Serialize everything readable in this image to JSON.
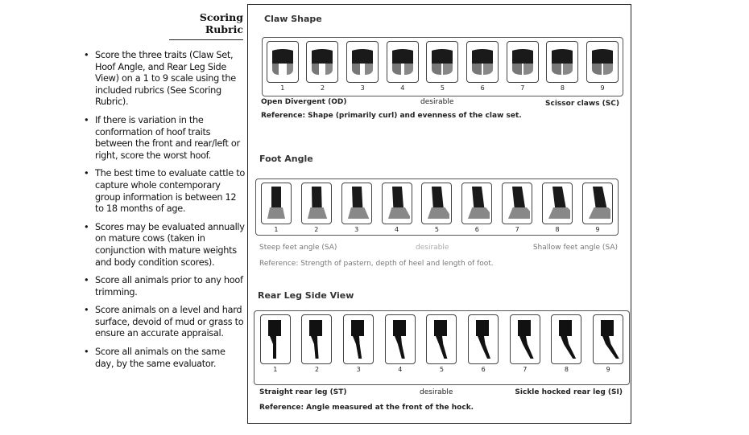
{
  "sidebar": {
    "title": "Scoring Rubric",
    "bullets": [
      "Score the three traits (Claw Set, Hoof Angle, and Rear Leg Side View) on a 1 to 9 scale using the included rubrics (See Scoring Rubric).",
      "If there is variation in the conformation of hoof traits between the front and rear/left or right, score the worst hoof.",
      "The best time to evaluate cattle to capture whole contemporary group information is between 12 to 18 months of age.",
      "Scores may be evaluated annually on mature cows (taken in conjunction with mature weights and body condition scores).",
      "Score all animals prior to any hoof trimming.",
      "Score animals on a level and hard surface, devoid of mud or grass to ensure an accurate appraisal.",
      "Score all animals on the same day, by the same evaluator."
    ]
  },
  "claw": {
    "title": "Claw Shape",
    "scores": [
      "1",
      "2",
      "3",
      "4",
      "5",
      "6",
      "7",
      "8",
      "9"
    ],
    "left": "Open Divergent (OD)",
    "mid": "desirable",
    "right": "Scissor claws (SC)",
    "reference": "Reference: Shape (primarily curl) and evenness of the claw set."
  },
  "foot": {
    "title": "Foot  Angle",
    "scores": [
      "1",
      "2",
      "3",
      "4",
      "5",
      "6",
      "7",
      "8",
      "9"
    ],
    "left": "Steep feet angle  (SA)",
    "mid": "desirable",
    "right": "Shallow feet angle  (SA)",
    "reference": "Reference: Strength of pastern, depth of heel and length of foot."
  },
  "rear": {
    "title": "Rear Leg Side View",
    "scores": [
      "1",
      "2",
      "3",
      "4",
      "5",
      "6",
      "7",
      "8",
      "9"
    ],
    "left": "Straight rear leg  (ST)",
    "mid": "desirable",
    "right": "Sickle hocked rear leg (SI)",
    "reference": "Reference: Angle measured at the front of the hock."
  }
}
